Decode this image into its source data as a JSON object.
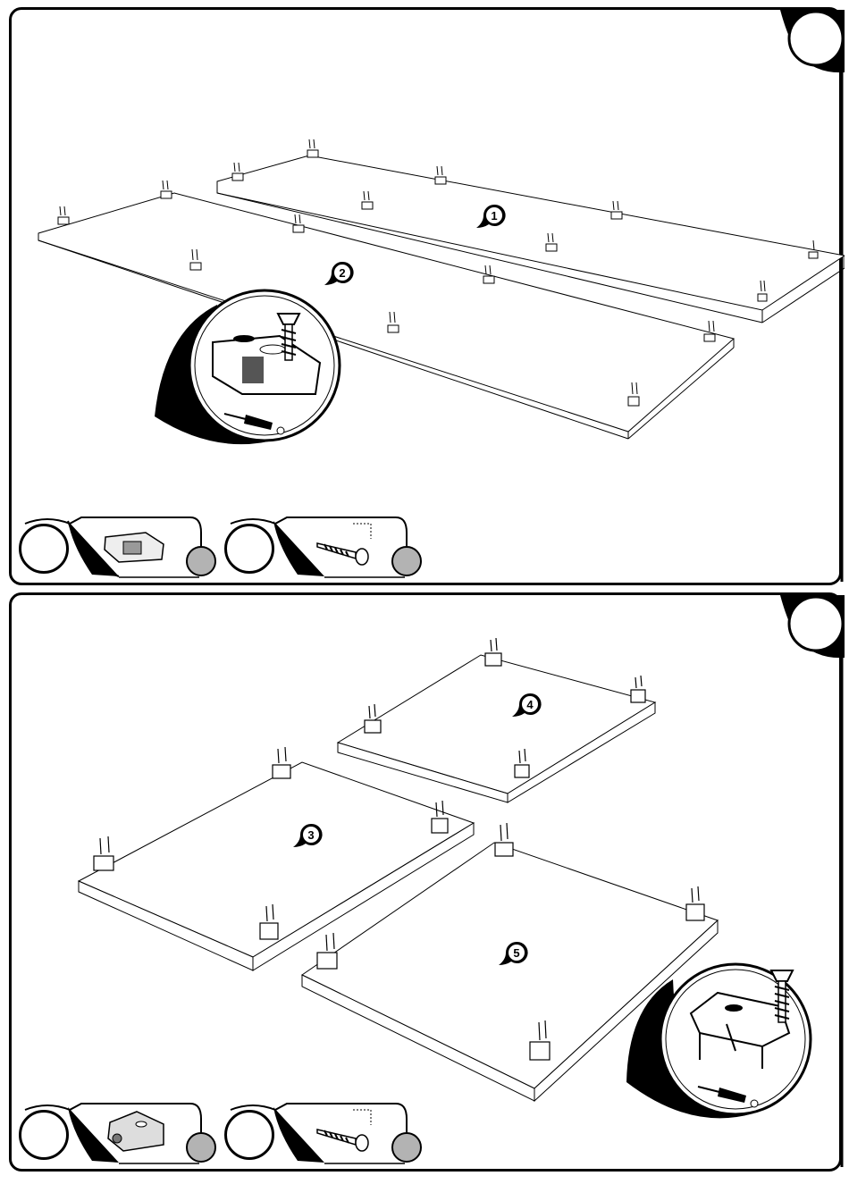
{
  "page": {
    "title": "",
    "steps": [
      {
        "number": "",
        "panel_labels": [
          "1",
          "2"
        ],
        "fittings": [
          {
            "icon": "cam-block-icon",
            "id": "",
            "qty": ""
          },
          {
            "icon": "screw-icon",
            "id": "",
            "qty": ""
          }
        ],
        "detail_icon": "cam-block-screw-detail-icon",
        "tool_icon": "screwdriver-icon"
      },
      {
        "number": "",
        "panel_labels": [
          "3",
          "4",
          "5"
        ],
        "fittings": [
          {
            "icon": "corner-bracket-icon",
            "id": "",
            "qty": ""
          },
          {
            "icon": "screw-icon",
            "id": "",
            "qty": ""
          }
        ],
        "detail_icon": "corner-bracket-screw-detail-icon",
        "tool_icon": "screwdriver-icon"
      }
    ]
  },
  "colors": {
    "ink": "#000000",
    "paper": "#ffffff",
    "badge_fill": "#b3b3b3"
  }
}
